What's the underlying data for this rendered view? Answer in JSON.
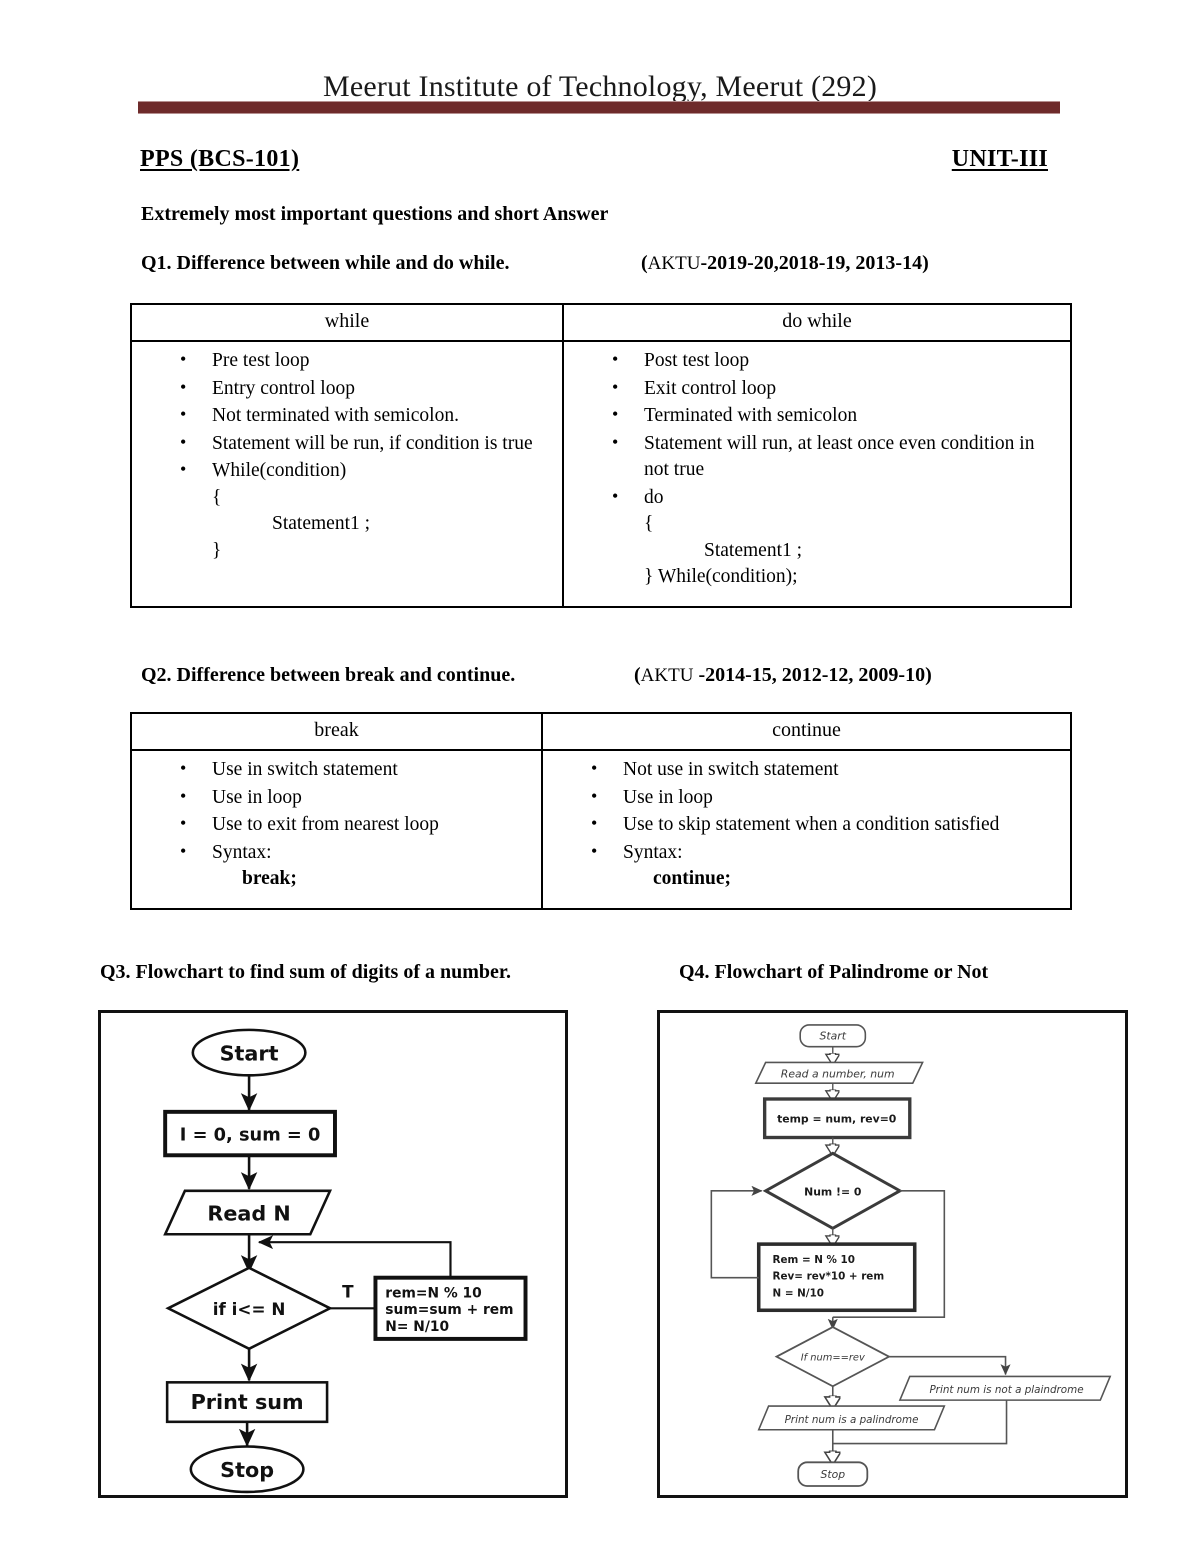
{
  "header": {
    "institute_title": "Meerut Institute of Technology, Meerut (292)",
    "rule_color": "#6e2b2b"
  },
  "course": {
    "code": "PPS (BCS-101)",
    "unit": "UNIT-III",
    "intro": "Extremely most important questions and short Answer"
  },
  "questions": [
    {
      "id": "Q1",
      "heading": "Q1. Difference between while and do while.",
      "aktu_prefix": "(",
      "aktu_label": "AKTU",
      "aktu_years": "-2019-20,2018-19, 2013-14)",
      "table": {
        "headers": [
          "while",
          "do while"
        ],
        "left_items": [
          "Pre test loop",
          "Entry control loop",
          "Not terminated with semicolon.",
          "Statement will be run, if condition is true"
        ],
        "left_code_label": "While(condition)",
        "left_code_open": "{",
        "left_code_stmt": "Statement1 ;",
        "left_code_close": "}",
        "right_items": [
          "Post test loop",
          "Exit control loop",
          "Terminated with semicolon",
          "Statement will run, at least once even condition in not true"
        ],
        "right_code_label": "do",
        "right_code_open": "{",
        "right_code_stmt": "Statement1 ;",
        "right_code_close": "} While(condition);"
      }
    },
    {
      "id": "Q2",
      "heading": "Q2. Difference between break and continue.",
      "aktu_prefix": "(",
      "aktu_label": "AKTU",
      "aktu_years": " -2014-15, 2012-12, 2009-10)",
      "table": {
        "headers": [
          "break",
          "continue"
        ],
        "left_items": [
          "Use in switch statement",
          "Use in loop",
          "Use to exit from nearest loop"
        ],
        "left_syntax_label": "Syntax:",
        "left_syntax_value": "break;",
        "right_items": [
          "Not use in switch statement",
          "Use in loop",
          "Use to skip statement when a condition satisfied"
        ],
        "right_syntax_label": "Syntax:",
        "right_syntax_value": "continue;"
      }
    },
    {
      "id": "Q3",
      "heading": "Q3. Flowchart to find sum of digits of a number."
    },
    {
      "id": "Q4",
      "heading": "Q4. Flowchart of Palindrome or Not"
    }
  ],
  "flowchart_sum_digits": {
    "nodes": [
      {
        "key": "start",
        "shape": "oval",
        "label": "Start"
      },
      {
        "key": "init",
        "shape": "process",
        "label": "I = 0, sum = 0"
      },
      {
        "key": "read",
        "shape": "parallelogram",
        "label": "Read N"
      },
      {
        "key": "cond",
        "shape": "diamond",
        "label": "if i<= N"
      },
      {
        "key": "body",
        "shape": "process",
        "label_lines": [
          "rem=N % 10",
          "sum=sum + rem",
          "N= N/10"
        ]
      },
      {
        "key": "print",
        "shape": "process",
        "label": "Print sum"
      },
      {
        "key": "stop",
        "shape": "oval",
        "label": "Stop"
      }
    ],
    "edge_labels": [
      {
        "from": "cond",
        "to": "body",
        "label": "T"
      }
    ]
  },
  "flowchart_palindrome": {
    "nodes": [
      {
        "key": "start",
        "shape": "rounded",
        "label": "Start"
      },
      {
        "key": "read",
        "shape": "parallelogram",
        "label": "Read a number, num"
      },
      {
        "key": "init",
        "shape": "process",
        "label": "temp = num, rev=0"
      },
      {
        "key": "cond",
        "shape": "diamond",
        "label": "Num != 0"
      },
      {
        "key": "body",
        "shape": "process",
        "label_lines": [
          "Rem = N % 10",
          "Rev= rev*10 + rem",
          "N  =  N/10"
        ]
      },
      {
        "key": "check",
        "shape": "diamond",
        "label": "If num==rev"
      },
      {
        "key": "printyes",
        "shape": "parallelogram",
        "label": "Print num is a palindrome"
      },
      {
        "key": "printno",
        "shape": "parallelogram",
        "label": "Print num is not a plaindrome"
      },
      {
        "key": "stop",
        "shape": "rounded",
        "label": "Stop"
      }
    ]
  }
}
